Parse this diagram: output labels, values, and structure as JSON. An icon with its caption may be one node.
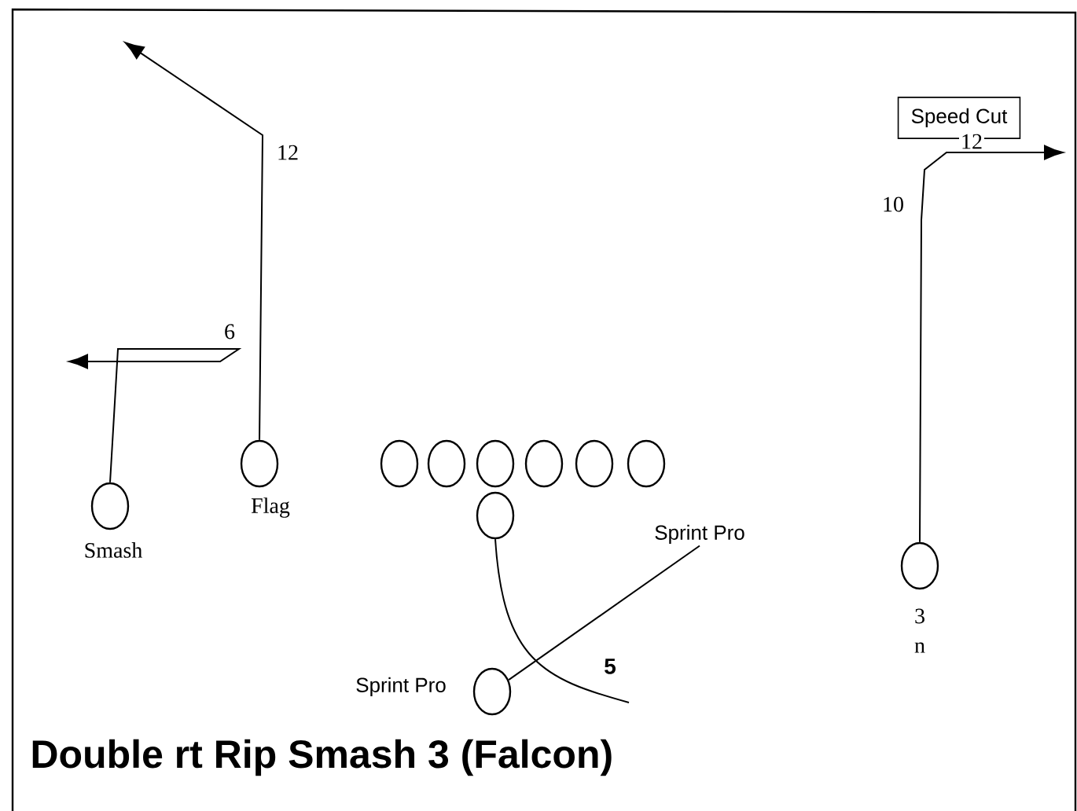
{
  "diagram": {
    "title": "Double rt Rip Smash 3 (Falcon)",
    "nodes": [
      {
        "text": [
          "Speed Cut"
        ]
      },
      {
        "text": [],
        "shape": "circle",
        "beside": [
          "Smash"
        ]
      },
      {
        "text": [],
        "shape": "circle",
        "beside": [
          "Flag"
        ]
      },
      {
        "text": [],
        "shape": "circle"
      },
      {
        "text": [],
        "shape": "circle"
      },
      {
        "text": [],
        "shape": "circle"
      },
      {
        "text": [],
        "shape": "circle"
      },
      {
        "text": [],
        "shape": "circle"
      },
      {
        "text": [],
        "shape": "circle"
      },
      {
        "text": [],
        "shape": "circle"
      },
      {
        "text": [
          "Sprint Pro"
        ]
      },
      {
        "text": [],
        "shape": "circle",
        "beside": [
          "3",
          "n"
        ]
      },
      {
        "text": [],
        "shape": "circle",
        "beside": [
          "Sprint Pro"
        ]
      }
    ],
    "edges": [
      {
        "from": 2,
        "to": null,
        "arrow": "to",
        "label": "12"
      },
      {
        "from": 1,
        "to": null,
        "arrow": "to",
        "label": "6"
      },
      {
        "from": 11,
        "to": null,
        "arrow": "to",
        "label": "12"
      },
      {
        "from": 9,
        "to": null,
        "arrow": "none",
        "label": "5"
      },
      {
        "from": 12,
        "to": 10,
        "arrow": "none"
      }
    ],
    "labels": [
      "10"
    ]
  }
}
